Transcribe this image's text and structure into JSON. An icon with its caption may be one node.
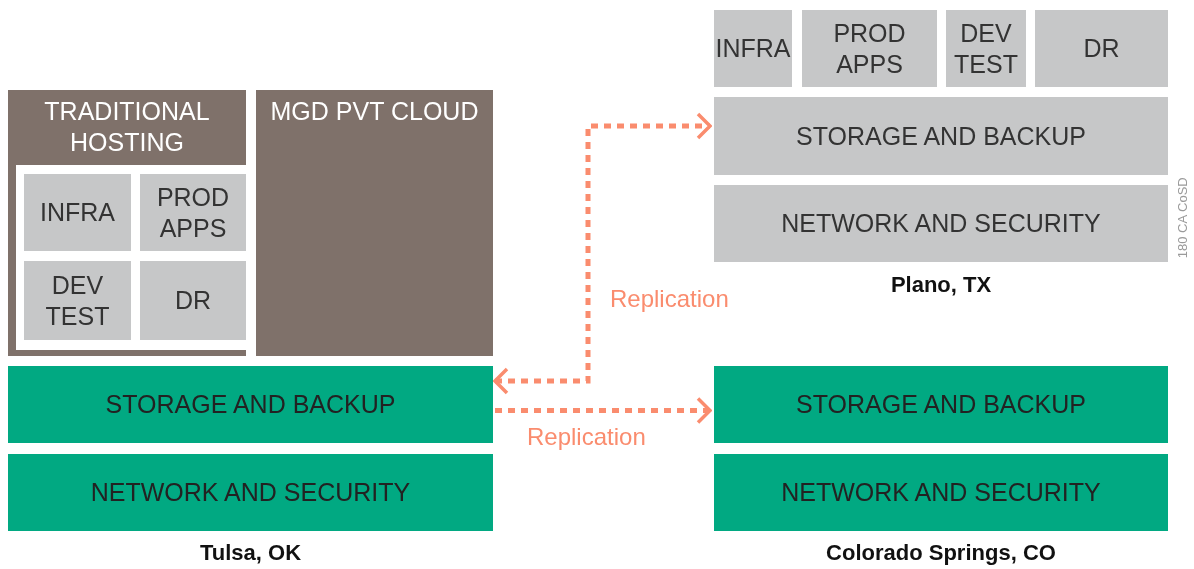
{
  "diagram": {
    "nodes": [
      {
        "text": [
          "TRADITIONAL HOSTING"
        ]
      },
      {
        "text": [
          "INFRA"
        ],
        "in": 0
      },
      {
        "text": [
          "PROD APPS"
        ],
        "in": 0
      },
      {
        "text": [
          "DEV TEST"
        ],
        "in": 0
      },
      {
        "text": [
          "DR"
        ],
        "in": 0
      },
      {
        "text": [
          "MGD PVT CLOUD"
        ]
      },
      {
        "text": [
          "STORAGE AND BACKUP"
        ]
      },
      {
        "text": [
          "NETWORK AND SECURITY"
        ]
      },
      {
        "text": [
          "INFRA"
        ]
      },
      {
        "text": [
          "PROD APPS"
        ]
      },
      {
        "text": [
          "DEV TEST"
        ]
      },
      {
        "text": [
          "DR"
        ]
      },
      {
        "text": [
          "STORAGE AND BACKUP"
        ]
      },
      {
        "text": [
          "NETWORK AND SECURITY"
        ]
      },
      {
        "text": [
          "STORAGE AND BACKUP"
        ]
      },
      {
        "text": [
          "NETWORK AND SECURITY"
        ]
      }
    ],
    "edges": [
      {
        "from": 6,
        "to": 12,
        "arrow": "both",
        "label": "Replication",
        "style": "dashed"
      },
      {
        "from": 6,
        "to": 14,
        "arrow": "to",
        "label": "Replication",
        "style": "dashed"
      }
    ],
    "labels": [
      "Plano, TX",
      "180 CA CoSD",
      "Tulsa, OK",
      "Colorado Springs, CO"
    ]
  }
}
